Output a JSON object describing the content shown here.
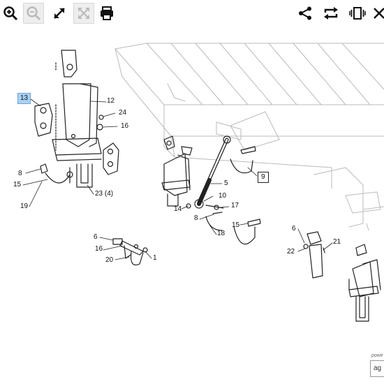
{
  "toolbar": {
    "zoom_in": "zoom-in",
    "zoom_out": "zoom-out",
    "expand": "expand",
    "fit": "fit",
    "print": "print",
    "share": "share",
    "repeat": "repeat",
    "compare": "compare",
    "more": "more"
  },
  "callouts": {
    "c13": "13",
    "c12": "12",
    "c24": "24",
    "c16a": "16",
    "c8a": "8",
    "c15a": "15",
    "c19": "19",
    "c23": "23 (4)",
    "c9": "9",
    "c5": "5",
    "c14": "14",
    "c10": "10",
    "c17": "17",
    "c8b": "8",
    "c18": "18",
    "c15b": "15",
    "c6a": "6",
    "c16b": "16",
    "c20": "20",
    "c1": "1",
    "c6b": "6",
    "c22": "22",
    "c21": "21"
  },
  "footer": {
    "powered": "powe",
    "logo": "ag"
  },
  "colors": {
    "highlight": "#a9d1f5",
    "line": "#222222",
    "faint": "#bbbbbb"
  }
}
